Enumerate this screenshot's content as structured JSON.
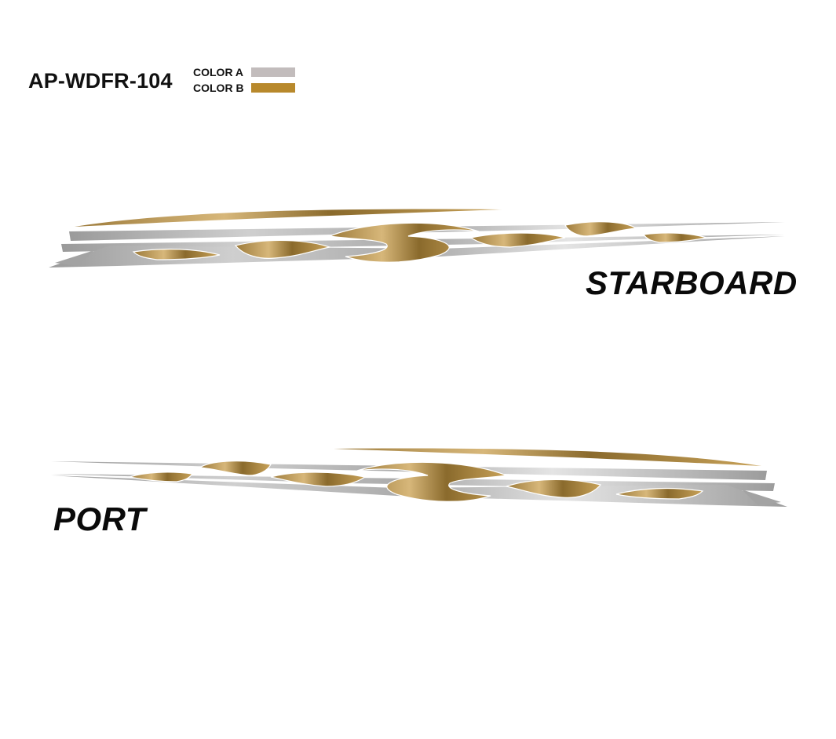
{
  "header": {
    "product_code": "AP-WDFR-104"
  },
  "color_key": {
    "items": [
      {
        "label": "COLOR A",
        "color": "#c2bcbc"
      },
      {
        "label": "COLOR B",
        "color": "#b8892c"
      }
    ]
  },
  "colors": {
    "silver_light": "#e2e2e2",
    "silver_mid": "#bcbcbc",
    "silver_dark": "#8e8e8e",
    "gold_light": "#d7b77a",
    "gold_mid": "#b8892c",
    "gold_dark": "#8a6a2c"
  },
  "sides": {
    "starboard": {
      "label": "STARBOARD"
    },
    "port": {
      "label": "PORT"
    }
  }
}
